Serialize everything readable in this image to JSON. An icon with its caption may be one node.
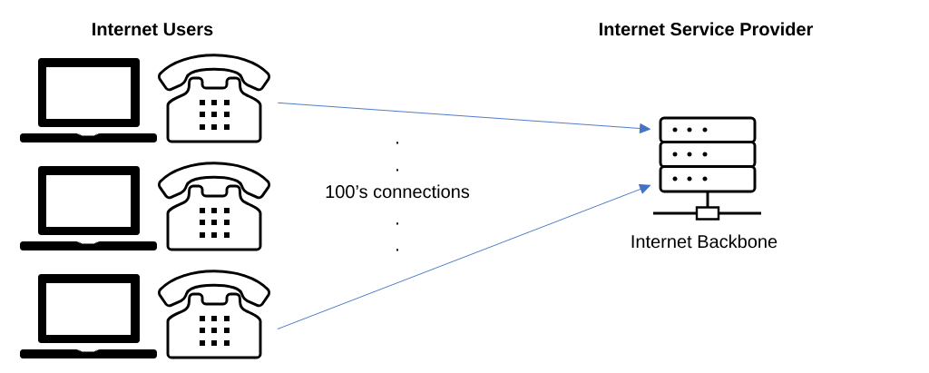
{
  "diagram": {
    "nodes": [
      {
        "text": [],
        "shape": "picture"
      },
      {
        "text": [],
        "shape": "picture"
      },
      {
        "text": [],
        "shape": "picture"
      },
      {
        "text": [],
        "shape": "picture"
      },
      {
        "text": [],
        "shape": "picture"
      },
      {
        "text": [],
        "shape": "picture"
      },
      {
        "text": [],
        "shape": "picture",
        "beside": [
          "Internet Backbone"
        ]
      }
    ],
    "edges": [
      {
        "from": 1,
        "to": 6,
        "arrow": "to"
      },
      {
        "from": 5,
        "to": 6,
        "arrow": "to"
      }
    ],
    "labels": [
      "Internet Users",
      "Internet Service Provider",
      ".",
      ".",
      "100’s connections",
      ".",
      "."
    ]
  }
}
